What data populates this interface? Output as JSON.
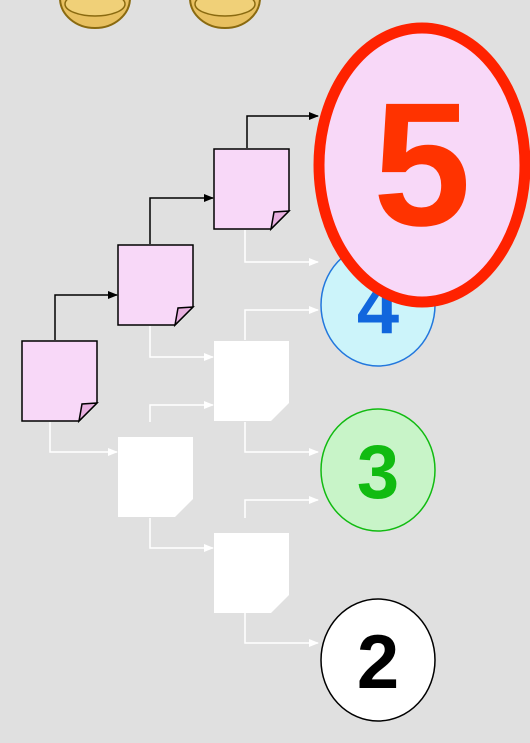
{
  "colors": {
    "background": "#e0e0e0",
    "active_doc_fill": "#f8d8f8",
    "inactive_doc_fill": "#ffffff",
    "path_active": "#000000",
    "path_inactive": "#ffffff",
    "coin_fill": "#e8c060",
    "coin_stroke": "#8a6a10"
  },
  "outcomes": [
    {
      "label": "5",
      "fill": "#f8d8f8",
      "stroke": "#ff2200",
      "text_color": "#ff3300",
      "highlighted": true
    },
    {
      "label": "4",
      "fill": "#ccf4fa",
      "stroke": "#2277dd",
      "text_color": "#1166dd",
      "highlighted": false
    },
    {
      "label": "3",
      "fill": "#c8f4c8",
      "stroke": "#11bb11",
      "text_color": "#11bb11",
      "highlighted": false
    },
    {
      "label": "2",
      "fill": "#ffffff",
      "stroke": "#000000",
      "text_color": "#000000",
      "highlighted": false
    }
  ],
  "coins": [
    {
      "icon": "coin-icon"
    },
    {
      "icon": "coin-icon"
    }
  ]
}
